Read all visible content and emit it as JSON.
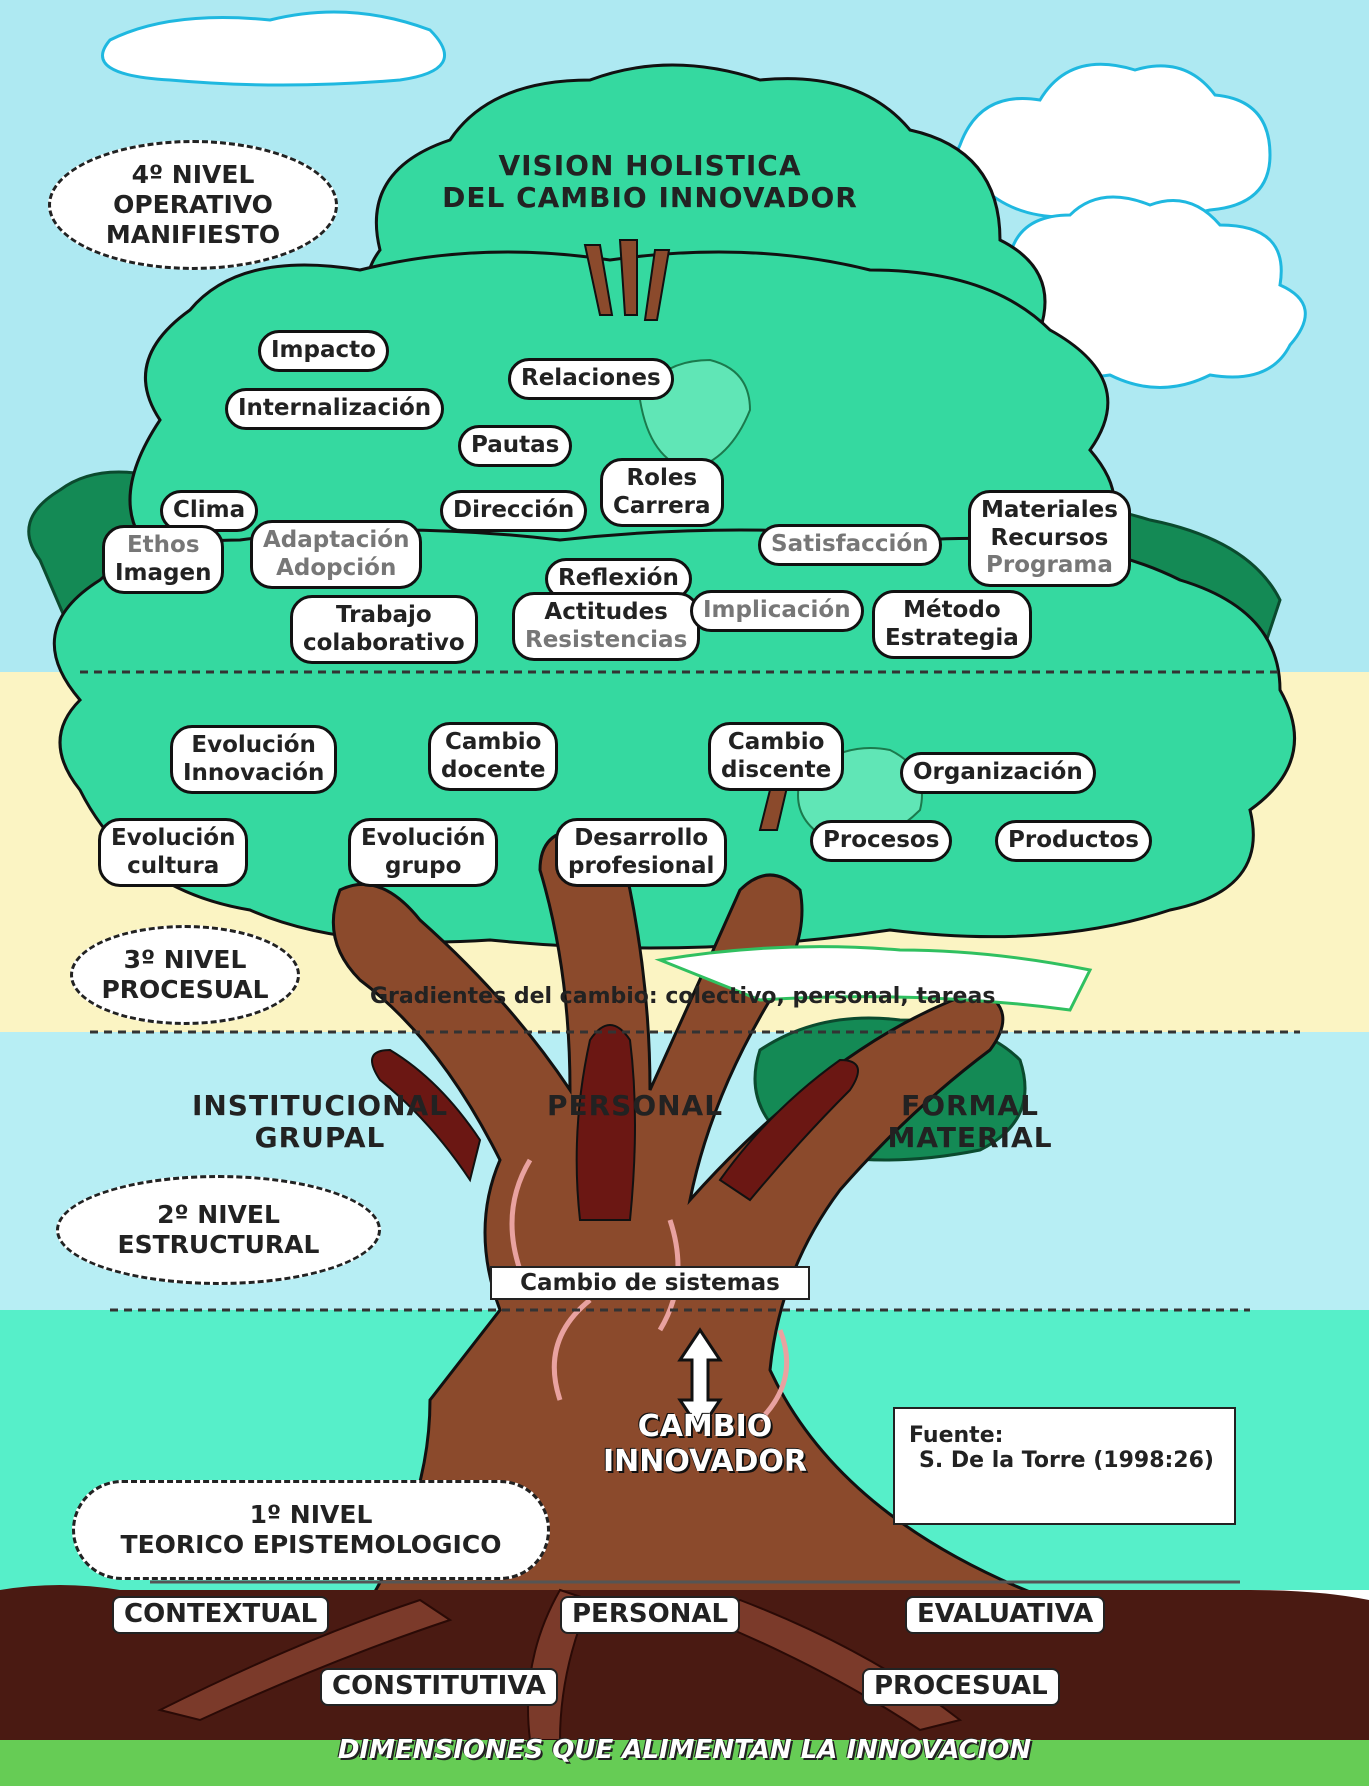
{
  "title": "",
  "crown": {
    "heading_line1": "VISION HOLISTICA",
    "heading_line2": "DEL CAMBIO INNOVADOR"
  },
  "levels": {
    "level4": [
      "4º NIVEL",
      "OPERATIVO",
      "MANIFIESTO"
    ],
    "level3": [
      "3º NIVEL",
      "PROCESUAL"
    ],
    "level2": [
      "2º NIVEL",
      "ESTRUCTURAL"
    ],
    "level1": [
      "1º NIVEL",
      "TEORICO EPISTEMOLOGICO"
    ]
  },
  "level4_items": {
    "impacto": "Impacto",
    "internalizacion": "Internalización",
    "relaciones": "Relaciones",
    "pautas": "Pautas",
    "roles": "Roles",
    "carrera": "Carrera",
    "direccion": "Dirección",
    "clima": "Clima",
    "ethos": "Ethos",
    "imagen": "Imagen",
    "adaptacion": "Adaptación",
    "adopcion": "Adopción",
    "satisfaccion": "Satisfacción",
    "materiales": "Materiales",
    "recursos": "Recursos",
    "programa": "Programa",
    "reflexion": "Reflexión",
    "actitudes": "Actitudes",
    "resistencias": "Resistencias",
    "implicacion": "Implicación",
    "metodo": "Método",
    "estrategia": "Estrategia",
    "trabajo": "Trabajo",
    "colaborativo": "colaborativo"
  },
  "level3_items": {
    "evol_innov_1": "Evolución",
    "evol_innov_2": "Innovación",
    "cambio_docente_1": "Cambio",
    "cambio_docente_2": "docente",
    "cambio_discente_1": "Cambio",
    "cambio_discente_2": "discente",
    "organizacion": "Organización",
    "evol_cultura_1": "Evolución",
    "evol_cultura_2": "cultura",
    "evol_grupo_1": "Evolución",
    "evol_grupo_2": "grupo",
    "desarrollo_1": "Desarrollo",
    "desarrollo_2": "profesional",
    "procesos": "Procesos",
    "productos": "Productos",
    "gradientes": "Gradientes del cambio: colectivo, personal, tareas"
  },
  "level2_items": {
    "institucional": "INSTITUCIONAL",
    "grupal": "GRUPAL",
    "personal": "PERSONAL",
    "formal": "FORMAL",
    "material": "MATERIAL",
    "cambio_sistemas": "Cambio de sistemas"
  },
  "trunk": {
    "line1": "CAMBIO",
    "line2": "INNOVADOR"
  },
  "source": {
    "line1": "Fuente:",
    "line2": "S. De la Torre (1998:26)"
  },
  "roots": {
    "contextual": "CONTEXTUAL",
    "personal": "PERSONAL",
    "evaluativa": "EVALUATIVA",
    "constitutiva": "CONSTITUTIVA",
    "procesual": "PROCESUAL",
    "footer": "DIMENSIONES QUE ALIMENTAN LA INNOVACION"
  },
  "colors": {
    "sky": "#aee9f2",
    "ground": "#56efc9",
    "sand": "#fbf4c3",
    "leaf": "#35d9a0",
    "leaf_dark": "#148a55",
    "trunk": "#8b4a2c",
    "trunk_dark": "#6b1713",
    "soil": "#4a1a12",
    "grass": "#66cc55"
  }
}
